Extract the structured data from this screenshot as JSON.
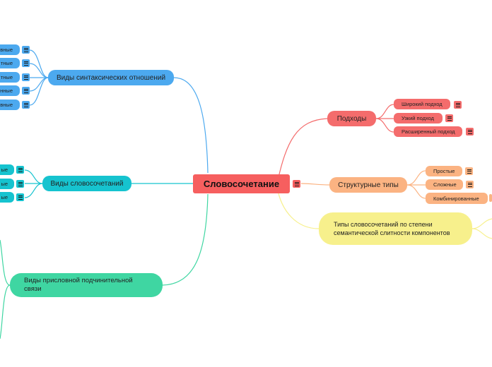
{
  "colors": {
    "center": "#f65f5f",
    "red": "#f46c6c",
    "orange": "#fbb382",
    "yellow": "#f7f08c",
    "blue": "#4ca9ef",
    "teal": "#16c3cf",
    "green": "#3fd6a2"
  },
  "root": {
    "label": "Словосочетание"
  },
  "branches": {
    "approaches": {
      "label": "Подходы",
      "children": [
        "Широкий подход",
        "Узкий подход",
        "Расширенный подход"
      ]
    },
    "structural": {
      "label": "Структурные типы",
      "children": [
        "Простые",
        "Сложные",
        "Комбинированные"
      ]
    },
    "semantic": {
      "label": "Типы словосочетаний по степени семантической слитности компонентов"
    },
    "syntactic": {
      "label": "Виды синтаксических отношений",
      "children": [
        "вные",
        "тные",
        "тные",
        "нные",
        "вные"
      ]
    },
    "phrases": {
      "label": "Виды словосочетаний",
      "children": [
        "ые",
        "ые",
        "ые"
      ]
    },
    "adverbial": {
      "label": "Виды присловной подчинительной связи"
    }
  },
  "icons": {
    "note": "note-lines-icon"
  }
}
